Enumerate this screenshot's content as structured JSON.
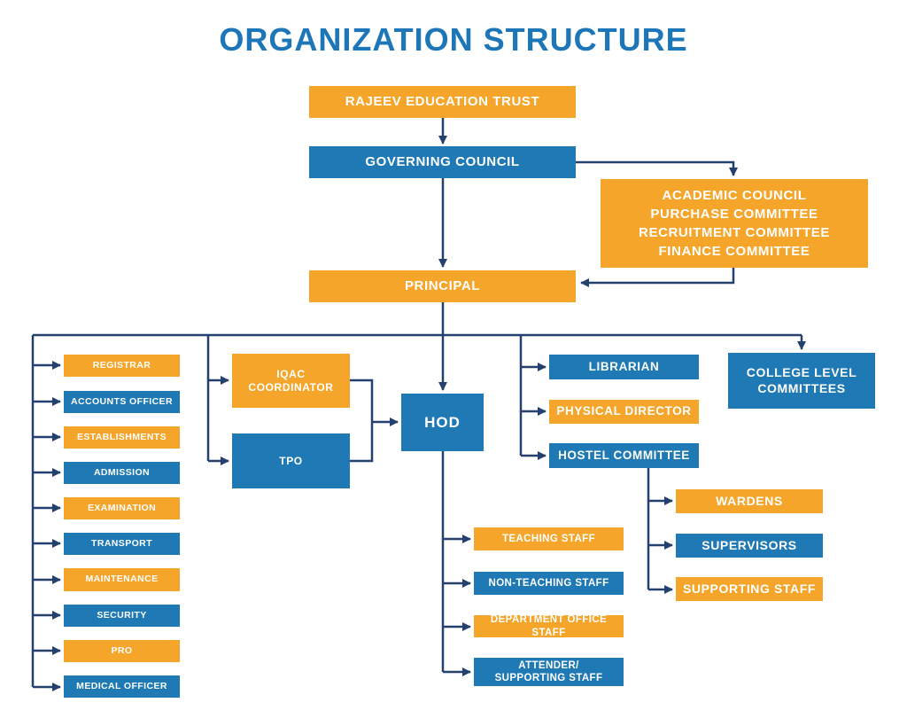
{
  "title": "ORGANIZATION STRUCTURE",
  "colors": {
    "orange": "#F6A52B",
    "blue": "#1E79B4",
    "connector_navy": "#24406E",
    "title_blue": "#1C76B8",
    "box_text": "#FFFFFF",
    "background": "#FFFFFF"
  },
  "nodes": {
    "trust": {
      "label": "RAJEEV EDUCATION TRUST",
      "color": "orange"
    },
    "governing_council": {
      "label": "GOVERNING COUNCIL",
      "color": "blue"
    },
    "council_committees": {
      "color": "orange",
      "lines": [
        "ACADEMIC COUNCIL",
        "PURCHASE COMMITTEE",
        "RECRUITMENT COMMITTEE",
        "FINANCE COMMITTEE"
      ]
    },
    "principal": {
      "label": "PRINCIPAL",
      "color": "orange"
    },
    "admin_offices": [
      {
        "label": "REGISTRAR",
        "color": "orange"
      },
      {
        "label": "ACCOUNTS OFFICER",
        "color": "blue"
      },
      {
        "label": "ESTABLISHMENTS",
        "color": "orange"
      },
      {
        "label": "ADMISSION",
        "color": "blue"
      },
      {
        "label": "EXAMINATION",
        "color": "orange"
      },
      {
        "label": "TRANSPORT",
        "color": "blue"
      },
      {
        "label": "MAINTENANCE",
        "color": "orange"
      },
      {
        "label": "SECURITY",
        "color": "blue"
      },
      {
        "label": "PRO",
        "color": "orange"
      },
      {
        "label": "MEDICAL OFFICER",
        "color": "blue"
      }
    ],
    "iqac_coordinator": {
      "lines": [
        "IQAC",
        "COORDINATOR"
      ],
      "color": "orange"
    },
    "tpo": {
      "label": "TPO",
      "color": "blue"
    },
    "hod": {
      "label": "HOD",
      "color": "blue"
    },
    "hod_staff": [
      {
        "label": "TEACHING STAFF",
        "color": "orange"
      },
      {
        "label": "NON-TEACHING STAFF",
        "color": "blue"
      },
      {
        "label": "DEPARTMENT OFFICE STAFF",
        "color": "orange"
      },
      {
        "lines": [
          "ATTENDER/",
          "SUPPORTING STAFF"
        ],
        "color": "blue"
      }
    ],
    "campus_roles": [
      {
        "label": "LIBRARIAN",
        "color": "blue"
      },
      {
        "label": "PHYSICAL DIRECTOR",
        "color": "orange"
      },
      {
        "label": "HOSTEL COMMITTEE",
        "color": "blue"
      }
    ],
    "college_level_committees": {
      "lines": [
        "COLLEGE LEVEL",
        "COMMITTEES"
      ],
      "color": "blue"
    },
    "hostel_staff": [
      {
        "label": "WARDENS",
        "color": "orange"
      },
      {
        "label": "SUPERVISORS",
        "color": "blue"
      },
      {
        "label": "SUPPORTING STAFF",
        "color": "orange"
      }
    ]
  }
}
